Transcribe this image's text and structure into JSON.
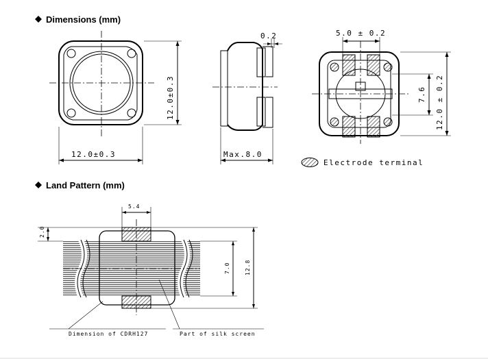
{
  "sections": {
    "dimensions_title": "Dimensions (mm)",
    "land_pattern_title": "Land Pattern (mm)"
  },
  "dimensions": {
    "top_width": "12.0±0.3",
    "top_height": "12.0±0.3",
    "side_thickness": "0.2",
    "side_max": "Max.8.0",
    "bottom_electrode_width": "5.0 ± 0.2",
    "bottom_pitch": "7.6",
    "bottom_height": "12.0 ± 0.2",
    "legend_label": "Electrode terminal"
  },
  "land_pattern": {
    "top_offset": "2.0",
    "pad_width": "5.4",
    "inner_height": "7.0",
    "outer_height": "12.8",
    "callout_outline": "Dimension of CDRH127",
    "callout_silk": "Part of silk screen"
  },
  "colors": {
    "line": "#000000",
    "background": "#ffffff",
    "hatch": "#555555"
  }
}
